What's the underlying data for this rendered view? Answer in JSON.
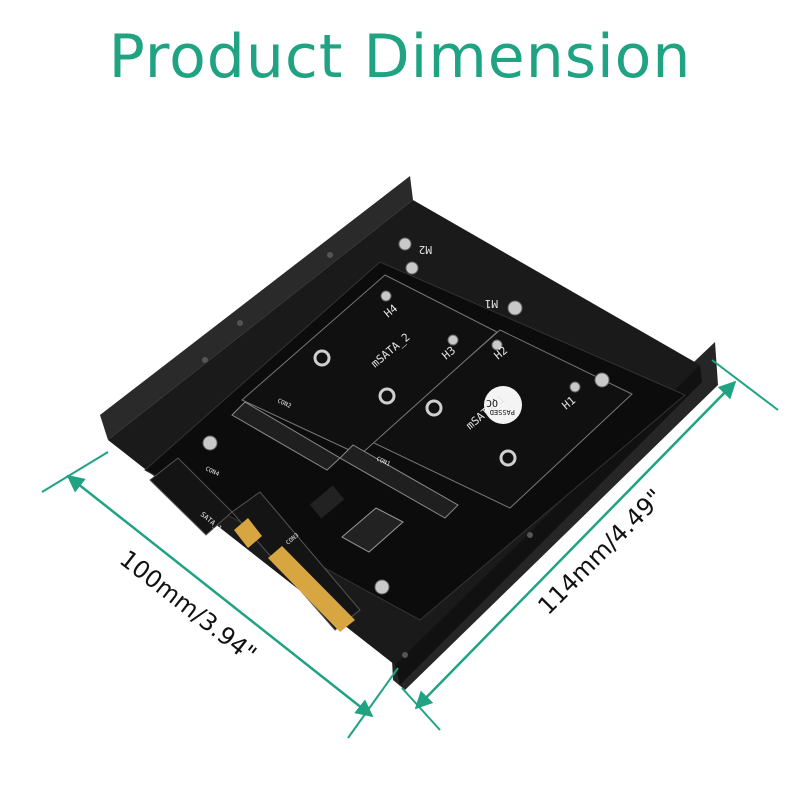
{
  "title": "Product Dimension",
  "dimensions": {
    "width_label": "100mm/3.94\"",
    "length_label": "114mm/4.49\""
  },
  "board_labels": {
    "msata_1": "mSATA_1",
    "msata_2": "mSATA_2",
    "qc": "QC",
    "passed": "PASSED",
    "m1": "M1",
    "m2": "M2",
    "h1": "H1",
    "h2": "H2",
    "h3": "H3",
    "h4": "H4",
    "con1": "CON1",
    "con2": "CON2",
    "con3": "CON3",
    "con4": "CON4",
    "sata1": "SATA_1"
  },
  "colors": {
    "accent": "#1fa383",
    "bracket": "#1c1c1c",
    "pcb": "#0d0d0d",
    "gold": "#d7a640"
  }
}
